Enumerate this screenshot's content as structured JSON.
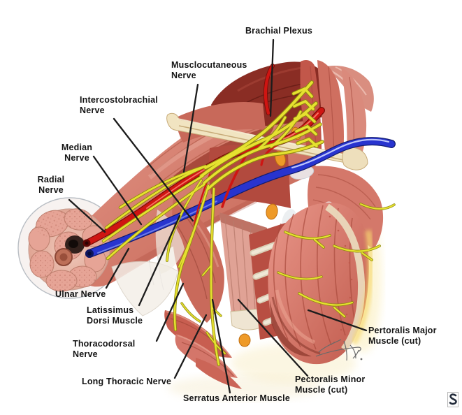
{
  "figure": {
    "labels": [
      {
        "id": "brachial-plexus",
        "text1": "Brachial Plexus"
      },
      {
        "id": "musclocutaneous-nerve",
        "text1": "Musclocutaneous",
        "text2": "Nerve"
      },
      {
        "id": "intercostobrachial-nerve",
        "text1": "Intercostobrachial",
        "text2": "Nerve"
      },
      {
        "id": "median-nerve",
        "text1": "Median",
        "text2": "Nerve"
      },
      {
        "id": "radial-nerve",
        "text1": "Radial",
        "text2": "Nerve"
      },
      {
        "id": "ulnar-nerve",
        "text1": "Ulnar Nerve"
      },
      {
        "id": "latissimus-dorsi-muscle",
        "text1": "Latissimus",
        "text2": "Dorsi Muscle"
      },
      {
        "id": "thoracodorsal-nerve",
        "text1": "Thoracodorsal",
        "text2": "Nerve"
      },
      {
        "id": "long-thoracic-nerve",
        "text1": "Long Thoracic Nerve"
      },
      {
        "id": "serratus-anterior-muscle",
        "text1": "Serratus Anterior Muscle"
      },
      {
        "id": "pectoralis-minor-muscle",
        "text1": "Pectoralis Minor",
        "text2": "Muscle (cut)"
      },
      {
        "id": "pertoralis-major-muscle",
        "text1": "Pertoralis Major",
        "text2": "Muscle (cut)"
      }
    ],
    "colors": {
      "nerve_yellow": "#e6e130",
      "artery_red": "#cf1512",
      "vein_blue": "#2834cf",
      "muscle_salmon": "#d0685c",
      "muscle_deep": "#8a2d24",
      "bone_cream": "#f1e4c1",
      "fat_orange": "#ee9a28",
      "leader_line": "#1c1c1c",
      "label_text": "#141414"
    },
    "icons": {
      "corner_logo": "dark-s-curve-glyph-in-box",
      "artist_signature": "illegible-squiggle"
    }
  }
}
